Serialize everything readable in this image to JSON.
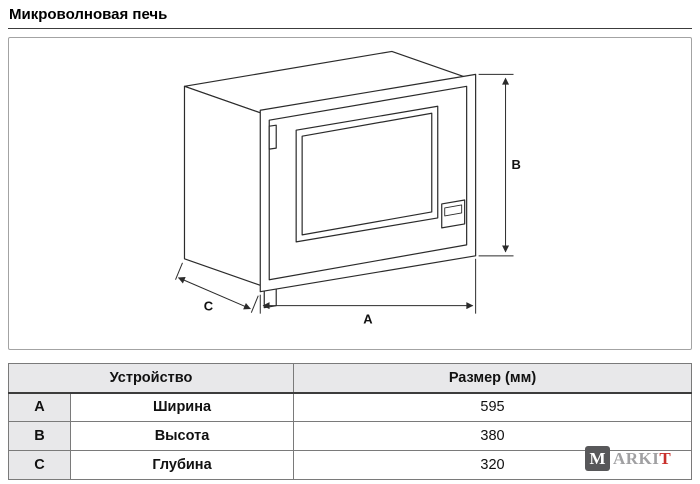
{
  "page": {
    "title": "Микроволновая печь"
  },
  "diagram": {
    "dim_a": "A",
    "dim_b": "B",
    "dim_c": "C"
  },
  "table": {
    "header_device": "Устройство",
    "header_size": "Размер (мм)",
    "rows": [
      {
        "letter": "A",
        "name": "Ширина",
        "value": "595"
      },
      {
        "letter": "B",
        "name": "Высота",
        "value": "380"
      },
      {
        "letter": "C",
        "name": "Глубина",
        "value": "320"
      }
    ]
  },
  "logo": {
    "box_letter": "M",
    "text_gray": "ARKI",
    "text_red": "T"
  },
  "colors": {
    "line": "#2b2b2b",
    "header_bg": "#e8e8ea",
    "logo_red": "#c9302c"
  }
}
